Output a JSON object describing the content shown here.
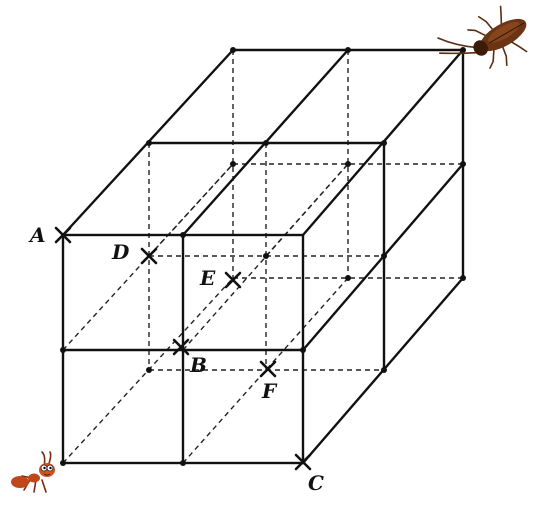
{
  "labels": {
    "A": "A",
    "B": "B",
    "C": "C",
    "D": "D",
    "E": "E",
    "F": "F"
  },
  "insects": {
    "top_right": "cockroach-icon",
    "bottom_left": "ant-icon"
  }
}
